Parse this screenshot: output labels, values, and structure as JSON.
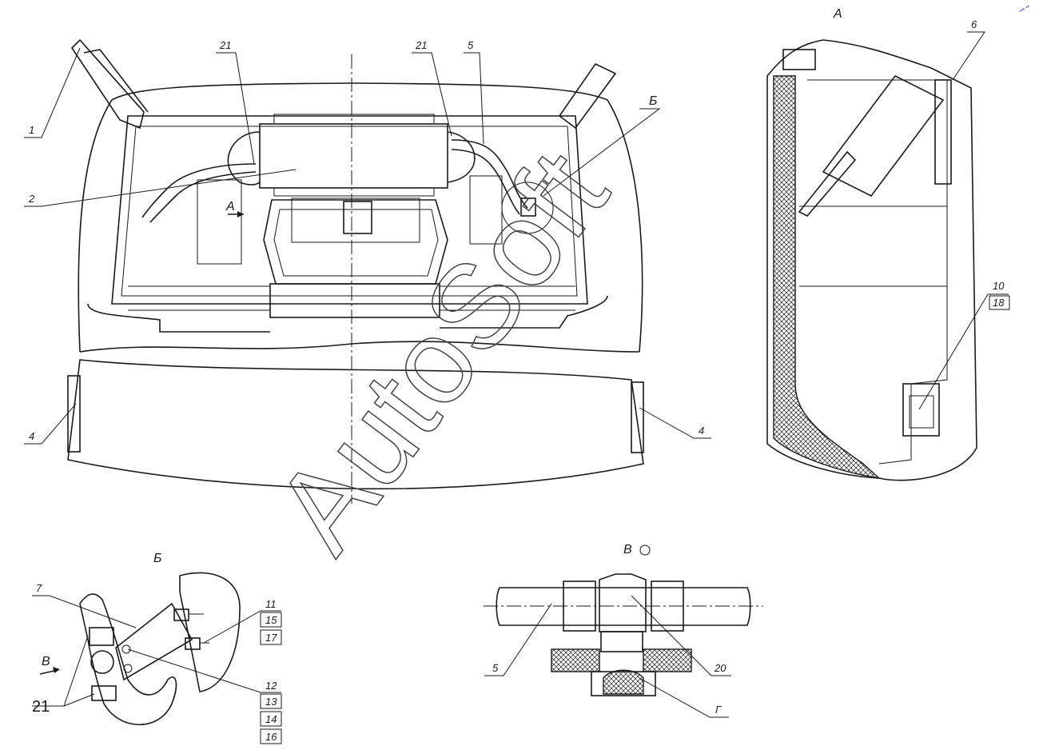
{
  "watermark": "AutoSoft",
  "views": {
    "view_a": "А",
    "view_b": "Б",
    "view_v": "В"
  },
  "main_view": {
    "arrow_a": "А",
    "callouts": {
      "c1": "1",
      "c2": "2",
      "c21_left": "21",
      "c21_right": "21",
      "c5": "5",
      "cB": "Б",
      "c4_left": "4",
      "c4_right": "4"
    }
  },
  "section_a": {
    "c6": "6",
    "c10": "10",
    "c18": "18"
  },
  "detail_b": {
    "c7": "7",
    "arrow_v": "В",
    "c21": "21",
    "c11": "11",
    "c15": "15",
    "c17": "17",
    "c12": "12",
    "c13": "13",
    "c14": "14",
    "c16": "16"
  },
  "detail_v": {
    "c5": "5",
    "c20": "20",
    "cG": "Г"
  },
  "corner_mark": "••• ••"
}
